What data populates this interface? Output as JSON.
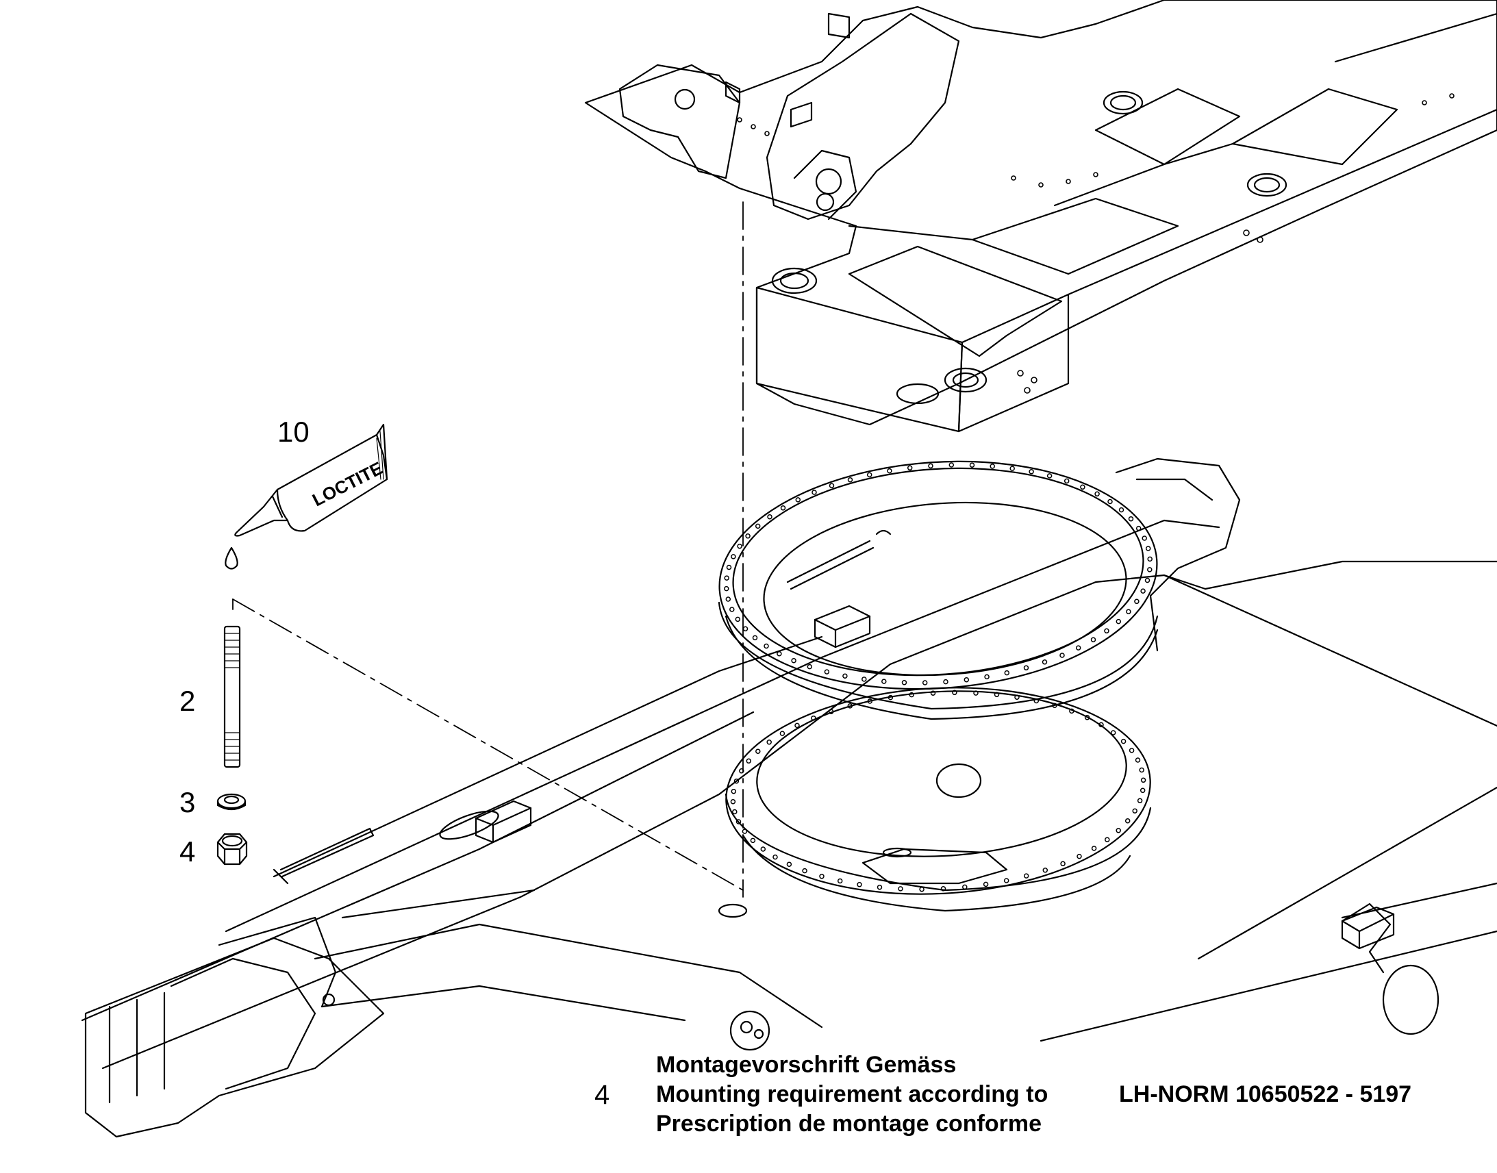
{
  "parts": [
    {
      "number": "10",
      "name": "loctite-tube"
    },
    {
      "number": "2",
      "name": "threaded-stud"
    },
    {
      "number": "3",
      "name": "washer"
    },
    {
      "number": "4",
      "name": "hex-nut"
    }
  ],
  "tube_label": "LOCTITE",
  "note": {
    "number": "4",
    "line_de": "Montagevorschrift Gemäss",
    "line_en": "Mounting requirement according to",
    "line_fr": "Prescription de montage conforme",
    "norm": "LH-NORM 10650522 - 5197"
  },
  "colors": {
    "ink": "#000000",
    "paper": "#ffffff"
  }
}
